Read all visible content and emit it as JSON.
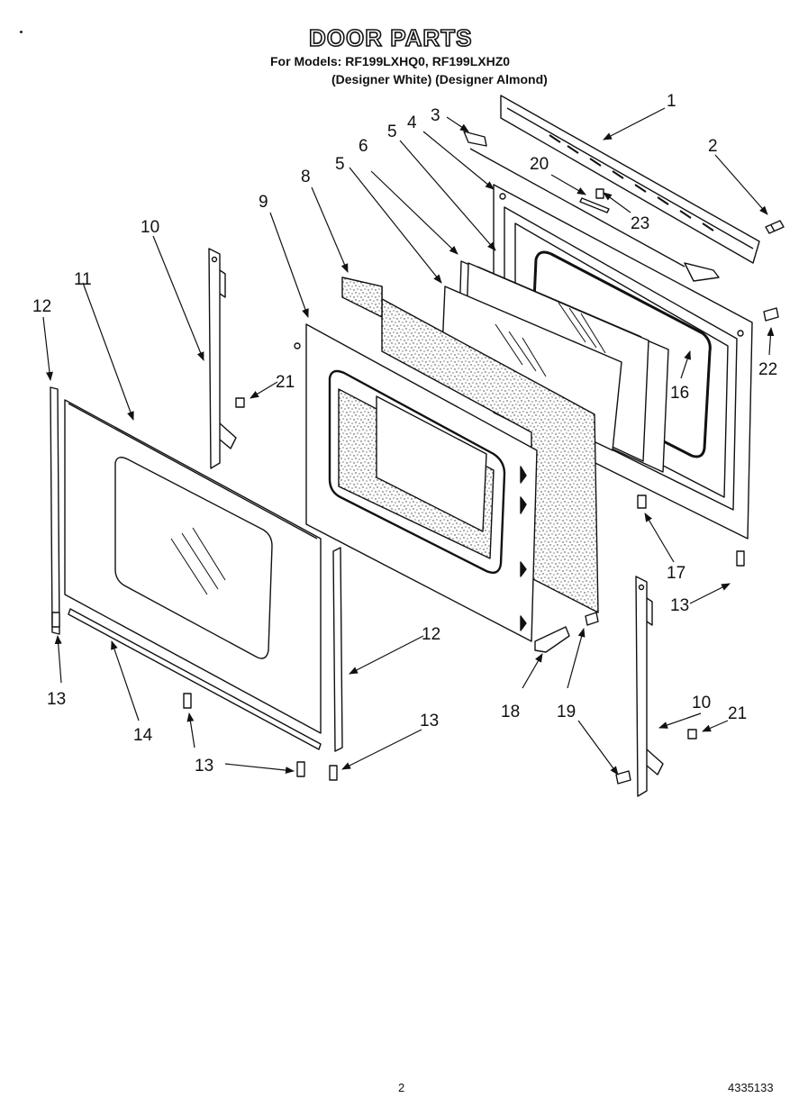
{
  "header": {
    "title": "DOOR PARTS",
    "subtitle_line1": "For Models: RF199LXHQ0, RF199LXHZ0",
    "subtitle_line2": "(Designer White) (Designer Almond)"
  },
  "callouts": [
    "1",
    "2",
    "3",
    "4",
    "5",
    "5",
    "6",
    "8",
    "9",
    "10",
    "11",
    "12",
    "12",
    "13",
    "13",
    "13",
    "13",
    "14",
    "16",
    "17",
    "18",
    "19",
    "20",
    "21",
    "21",
    "22",
    "23",
    "10"
  ],
  "footer": {
    "page_number": "2",
    "document_number": "4335133"
  }
}
